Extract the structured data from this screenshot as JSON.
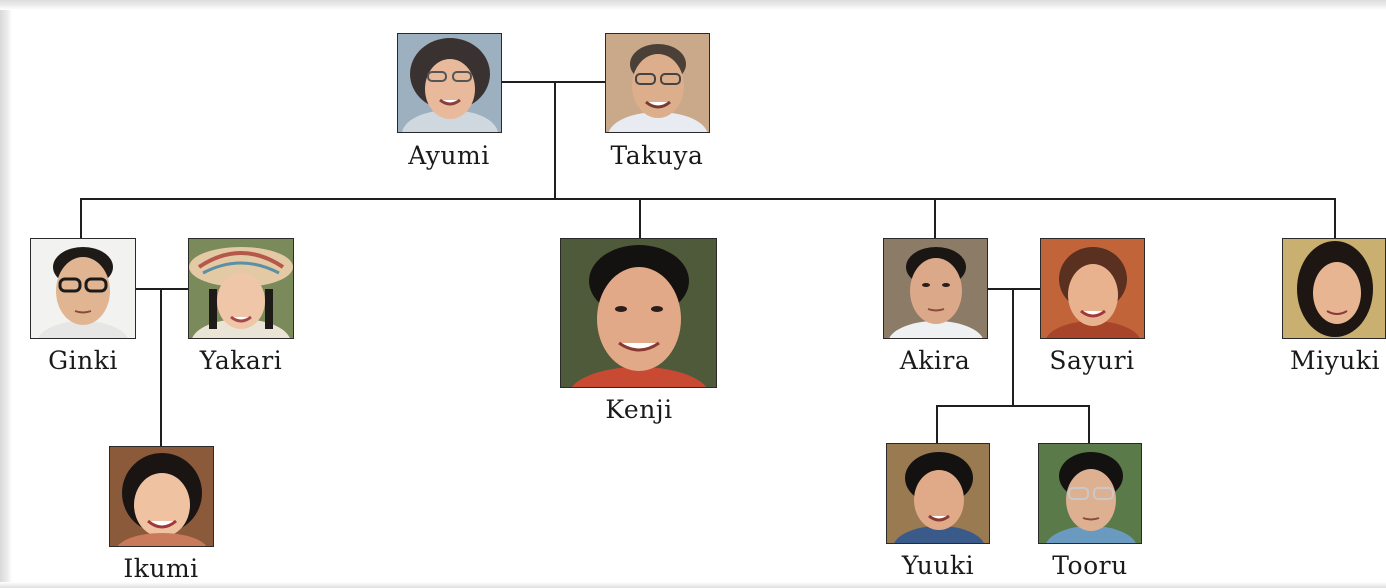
{
  "people": {
    "ayumi": {
      "name": "Ayumi"
    },
    "takuya": {
      "name": "Takuya"
    },
    "ginki": {
      "name": "Ginki"
    },
    "yakari": {
      "name": "Yakari"
    },
    "kenji": {
      "name": "Kenji"
    },
    "akira": {
      "name": "Akira"
    },
    "sayuri": {
      "name": "Sayuri"
    },
    "miyuki": {
      "name": "Miyuki"
    },
    "ikumi": {
      "name": "Ikumi"
    },
    "yuuki": {
      "name": "Yuuki"
    },
    "tooru": {
      "name": "Tooru"
    }
  },
  "colors": {
    "line": "#1f1f1f",
    "label": "#1a1a1a",
    "photo_border": "#2a2a2a"
  }
}
